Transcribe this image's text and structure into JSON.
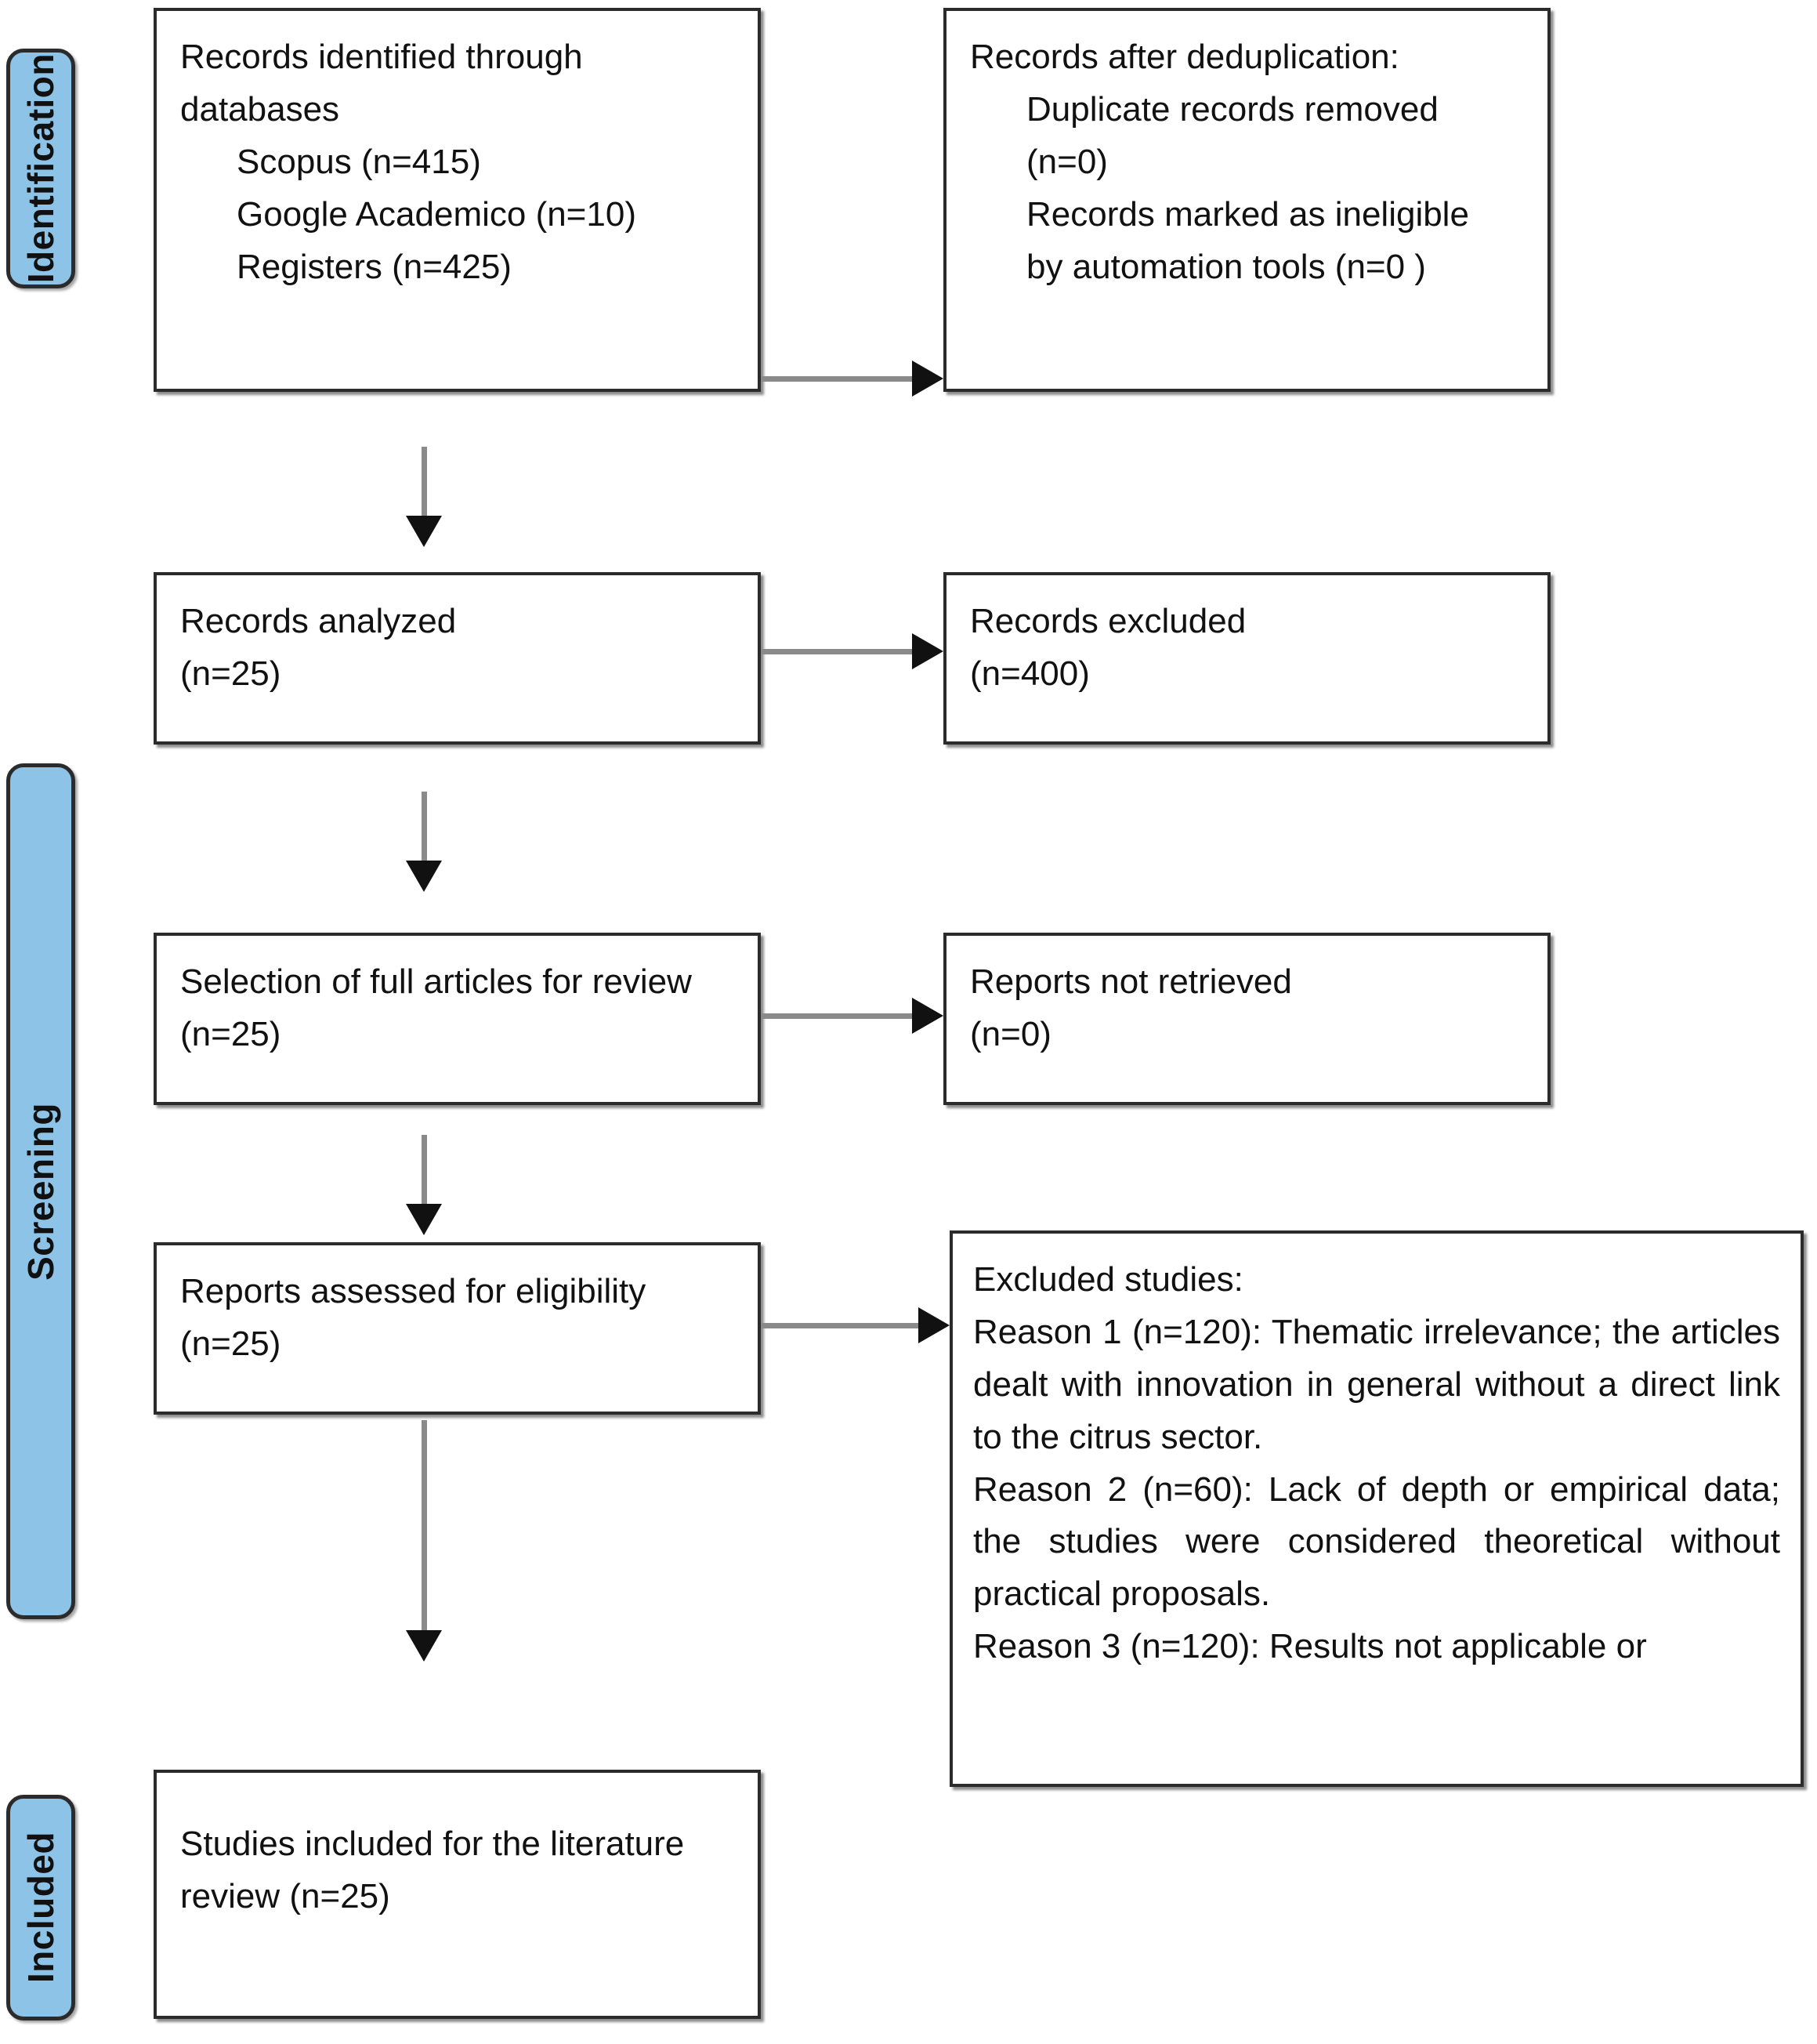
{
  "diagram": {
    "title": "PRISMA flow diagram",
    "colors": {
      "stage_bar_fill": "#8EC3E8",
      "stage_bar_border": "#2b2b2b",
      "box_border": "#2b2b2b",
      "box_fill": "#ffffff",
      "arrow_shaft": "#8a8a8a",
      "arrow_head": "#111111",
      "text": "#111111"
    }
  },
  "stages": [
    {
      "id": "identification",
      "label": "Identification"
    },
    {
      "id": "screening",
      "label": "Screening"
    },
    {
      "id": "included",
      "label": "Included"
    }
  ],
  "boxes": {
    "records_identified": {
      "line1": "Records identified through",
      "line2": "databases",
      "line3": "Scopus (n=415)",
      "line4": "Google Academico (n=10)",
      "line5": "Registers (n=425)"
    },
    "records_after_dedup": {
      "line1": "Records after deduplication:",
      "line2": "Duplicate records removed",
      "line3": "(n=0)",
      "line4": "Records marked as ineligible",
      "line5": "by automation tools (n=0 )"
    },
    "records_analyzed": {
      "line1": "Records analyzed",
      "line2": "(n=25)"
    },
    "records_excluded": {
      "line1": "Records excluded",
      "line2": "(n=400)"
    },
    "selection_full_articles": {
      "line1": "Selection of full articles for review",
      "line2": "(n=25)"
    },
    "reports_not_retrieved": {
      "line1": "Reports not retrieved",
      "line2": "(n=0)"
    },
    "reports_assessed": {
      "line1": "Reports assessed for eligibility",
      "line2": "(n=25)"
    },
    "excluded_studies": {
      "line1": "Excluded studies:",
      "line2": "Reason 1 (n=120): Thematic irrelevance; the articles dealt with innovation in general without a direct link to the citrus sector.",
      "line3": "Reason 2 (n=60): Lack of depth or empirical data; the studies were considered theoretical without practical proposals.",
      "line4": "Reason 3 (n=120): Results not applicable or"
    },
    "studies_included": {
      "line1": "Studies included for the literature",
      "line2": "review (n=25)"
    }
  },
  "counts": {
    "scopus": 415,
    "google_academico": 10,
    "registers": 425,
    "duplicates_removed": 0,
    "ineligible_by_automation": 0,
    "records_analyzed": 25,
    "records_excluded": 400,
    "selection_full_articles": 25,
    "reports_not_retrieved": 0,
    "reports_assessed": 25,
    "reason1": 120,
    "reason2": 60,
    "reason3": 120,
    "studies_included": 25
  }
}
